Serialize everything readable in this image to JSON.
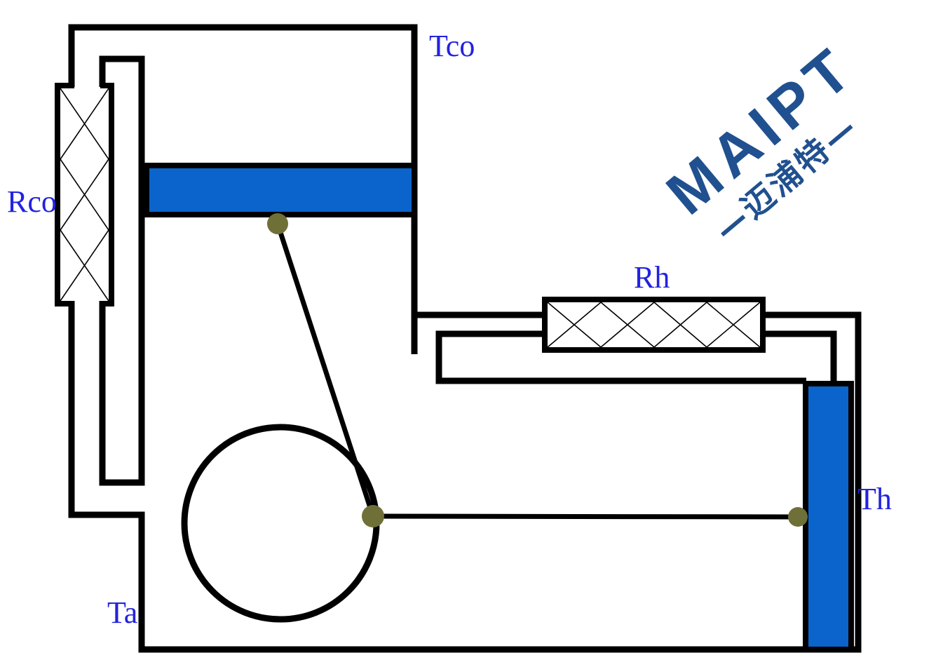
{
  "labels": {
    "cold_space": "Tco",
    "cold_regenerator": "Rco",
    "hot_regenerator": "Rh",
    "hot_space": "Th",
    "ambient_space": "Ta"
  },
  "watermark": {
    "brand": "MAIPT",
    "brand_cn": "—迈浦特—"
  },
  "colors": {
    "background": "#FFFFFF",
    "wall-black": "#000000",
    "piston-blue": "#0A64CC",
    "label-blue": "#2222E0",
    "pin-olive": "#6F6F38",
    "watermark-blue": "#20508F"
  }
}
